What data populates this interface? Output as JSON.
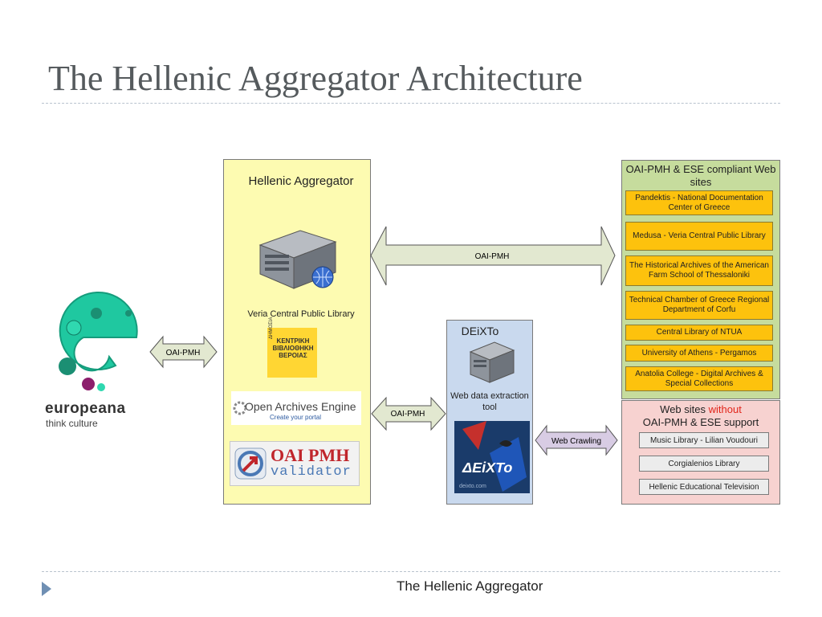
{
  "title": "The Hellenic Aggregator Architecture",
  "footer": {
    "text": "The Hellenic Aggregator"
  },
  "europeana": {
    "wordmark": "europeana",
    "tagline": "think culture"
  },
  "aggregator": {
    "title": "Hellenic Aggregator",
    "host": "Veria Central Public Library",
    "logo_kentriki": "ΚΕΝΤΡΙΚΗ ΒΙΒΛΙΟΘΗΚΗ ΒΕΡΟΙΑΣ",
    "logo_kentriki_side": "ΔΗΜΟΣΙΑ",
    "logo_oae_title": "Open Archives Engine",
    "logo_oae_sub": "Create your portal",
    "logo_validator_1": "OAI PMH",
    "logo_validator_2": "validator"
  },
  "deixto": {
    "title": "DEiXTo",
    "subtitle": "Web data extraction tool",
    "logo_word": "ΔΕiΧΤο",
    "logo_url": "deixto.com"
  },
  "arrows": {
    "europeana_link": "OAI-PMH",
    "main_link": "OAI-PMH",
    "deixto_link": "OAI-PMH",
    "crawl_link": "Web Crawling"
  },
  "oai_sites": {
    "heading": "OAI-PMH & ESE compliant Web sites",
    "items": [
      "Pandektis - National Documentation Center of Greece",
      "Medusa - Veria Central Public Library",
      "The Historical Archives of the American Farm School of Thessaloniki",
      "Technical Chamber of Greece Regional Department of Corfu",
      "Central Library of NTUA",
      "University of Athens - Pergamos",
      "Anatolia College - Digital Archives & Special Collections"
    ]
  },
  "non_oai_sites": {
    "heading_pre": "Web sites",
    "heading_red": "without",
    "heading_post": "OAI-PMH & ESE support",
    "items": [
      "Music Library - Lilian Voudouri",
      "Corgialenios Library",
      "Hellenic Educational Television"
    ]
  },
  "colors": {
    "aggregator_fill": "#fdfbb1",
    "deixto_fill": "#c9d9ee",
    "oai_fill": "#c6dc9d",
    "site_fill": "#fdc20d",
    "non_oai_fill": "#f7d2d0",
    "without_red": "#e2261b",
    "europeana_green": "#1fc8a0"
  }
}
